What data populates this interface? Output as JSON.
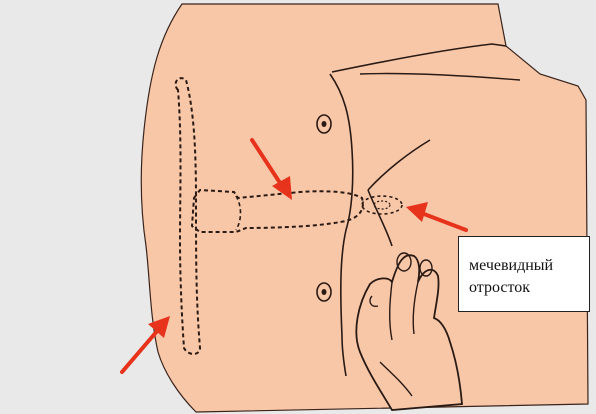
{
  "figure": {
    "background_color": "#e9e9e9",
    "skin_color": "#f8c7a8",
    "outline_color": "#2a1a14",
    "arrow_color": "#e8331c",
    "icon": "xiphoid-process-palpation-diagram"
  },
  "callout": {
    "line1": "мечевидный",
    "line2": "отросток"
  }
}
